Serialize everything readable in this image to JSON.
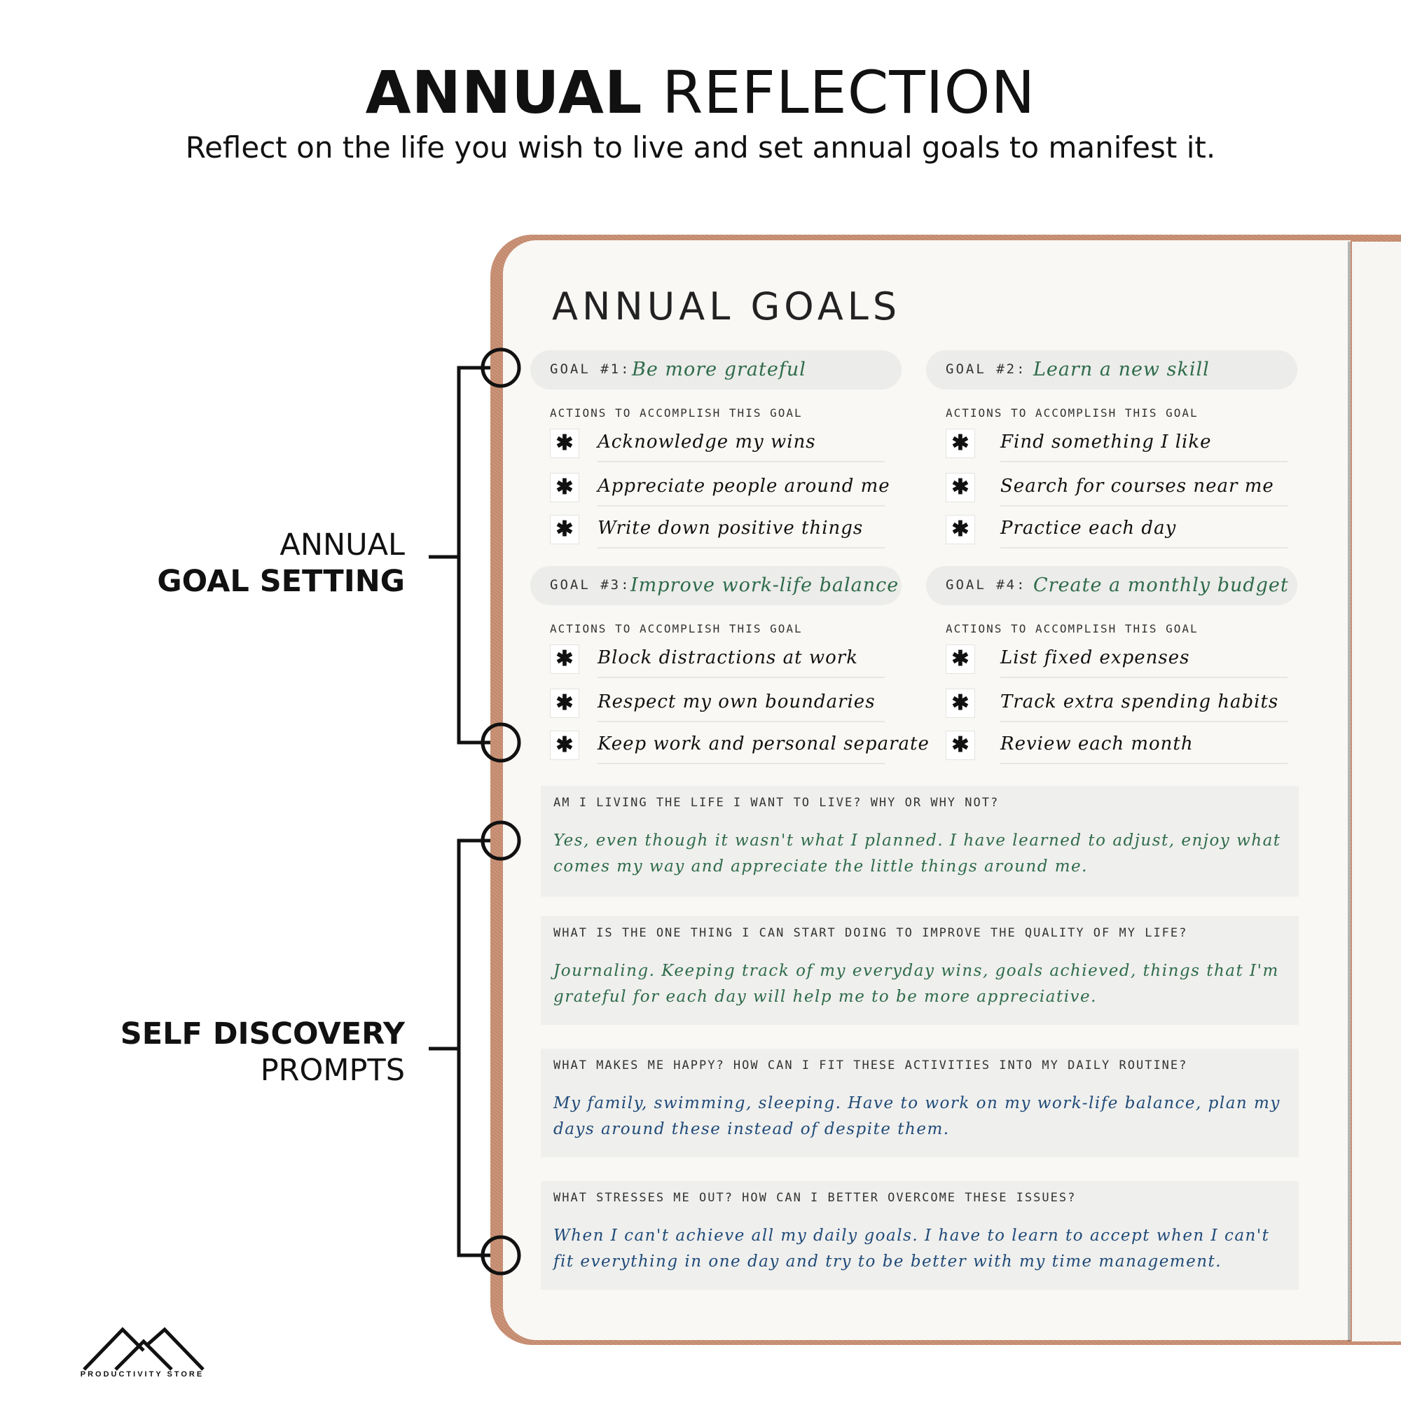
{
  "header": {
    "title_bold": "ANNUAL",
    "title_light": "REFLECTION",
    "subtitle": "Reflect on the life you wish to live and set annual goals to manifest it."
  },
  "side_labels": {
    "goals": {
      "line1": "ANNUAL",
      "line2": "GOAL SETTING"
    },
    "prompts": {
      "line1": "SELF DISCOVERY",
      "line2": "PROMPTS"
    }
  },
  "logo": {
    "text": "PRODUCTIVITY STORE",
    "icon": "mountain-icon"
  },
  "planner": {
    "page_title": "ANNUAL GOALS",
    "actions_label": "ACTIONS TO ACCOMPLISH THIS GOAL",
    "action_icon": "asterisk-icon",
    "goals": [
      {
        "num": "GOAL #1:",
        "text": "Be more grateful",
        "actions": [
          "Acknowledge my wins",
          "Appreciate people around me",
          "Write down positive things"
        ]
      },
      {
        "num": "GOAL #2:",
        "text": "Learn a new skill",
        "actions": [
          "Find something I like",
          "Search for courses near me",
          "Practice each day"
        ]
      },
      {
        "num": "GOAL #3:",
        "text": "Improve work-life balance",
        "actions": [
          "Block distractions at work",
          "Respect my own boundaries",
          "Keep work and personal separate"
        ]
      },
      {
        "num": "GOAL #4:",
        "text": "Create a monthly budget",
        "actions": [
          "List fixed expenses",
          "Track extra spending habits",
          "Review each month"
        ]
      }
    ],
    "prompts": [
      {
        "question": "AM I LIVING THE LIFE I WANT TO LIVE? WHY OR WHY NOT?",
        "answer": "Yes, even though it wasn't what I planned. I have learned to adjust, enjoy what comes my way and appreciate the little things around me."
      },
      {
        "question": "WHAT IS THE ONE THING I CAN START DOING TO IMPROVE THE QUALITY OF MY LIFE?",
        "answer": "Journaling. Keeping track of my everyday wins, goals achieved, things that I'm grateful for each day will help me to be more appreciative."
      },
      {
        "question": "WHAT MAKES ME HAPPY? HOW CAN I FIT THESE ACTIVITIES INTO MY DAILY ROUTINE?",
        "answer": "My family, swimming, sleeping. Have to work on my work-life balance, plan my days around these instead of despite them."
      },
      {
        "question": "WHAT STRESSES ME OUT? HOW CAN I BETTER OVERCOME THESE ISSUES?",
        "answer": "When I can't achieve all my daily goals. I have to learn to accept when I can't fit everything in one day and try to be better with my time management."
      }
    ]
  },
  "colors": {
    "cover": "#c98f72",
    "goal_ink": "#2e6b4a",
    "prompt_ink_blue": "#1f4a78"
  }
}
